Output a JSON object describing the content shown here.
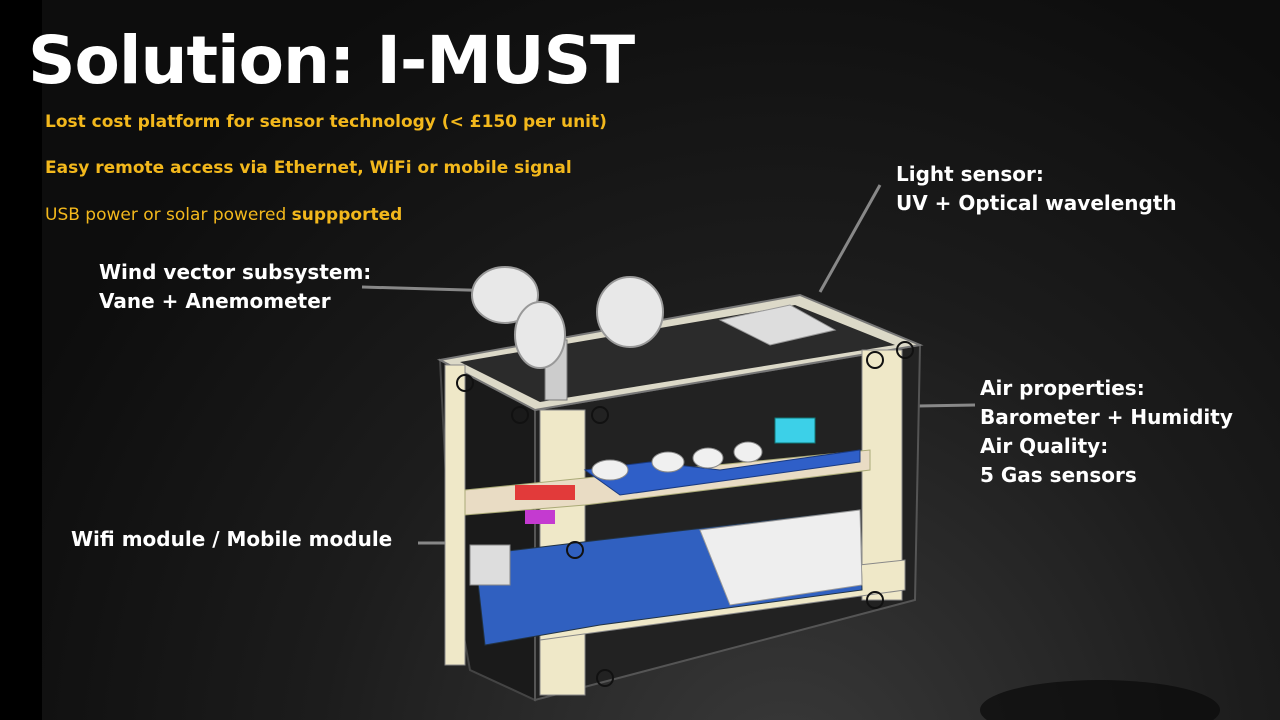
{
  "slide": {
    "title": "Solution: I-MUST",
    "bullets": [
      "Lost cost platform for sensor technology (< £150 per unit)",
      "Easy remote access via Ethernet, WiFi or mobile signal"
    ],
    "bullet3_plain": "USB power or solar powered ",
    "bullet3_bold": "suppported"
  },
  "callouts": {
    "light": [
      "Light sensor:",
      "UV + Optical wavelength"
    ],
    "wind": [
      "Wind vector subsystem:",
      "Vane + Anemometer"
    ],
    "air": [
      "Air properties:",
      "Barometer + Humidity",
      "Air Quality:",
      "5 Gas sensors"
    ],
    "wifi": "Wifi module / Mobile module"
  },
  "colors": {
    "accent": "#f3b81c",
    "text": "#ffffff"
  }
}
